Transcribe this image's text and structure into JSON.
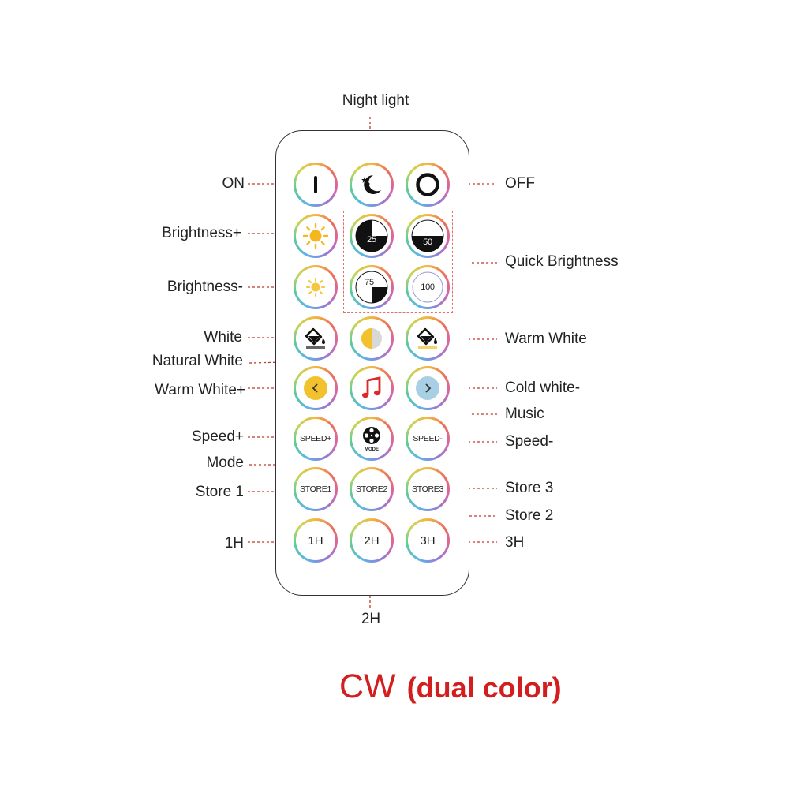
{
  "buttons": {
    "speed_plus": "SPEED+",
    "speed_minus": "SPEED-",
    "mode": "MODE",
    "store1": "STORE1",
    "store2": "STORE2",
    "store3": "STORE3",
    "h1": "1H",
    "h2": "2H",
    "h3": "3H",
    "q25": "25",
    "q50": "50",
    "q75": "75",
    "q100": "100"
  },
  "labels": {
    "night_light": "Night light",
    "on": "ON",
    "off": "OFF",
    "brightness_plus": "Brightness+",
    "brightness_minus": "Brightness-",
    "quick_brightness": "Quick Brightness",
    "white": "White",
    "natural_white": "Natural White",
    "warm_white": "Warm White",
    "warm_white_plus": "Warm White+",
    "cold_white_minus": "Cold white-",
    "music": "Music",
    "speed_plus": "Speed+",
    "speed_minus": "Speed-",
    "mode": "Mode",
    "store1": "Store 1",
    "store2": "Store 2",
    "store3": "Store 3",
    "h1": "1H",
    "h2": "2H",
    "h3": "3H"
  },
  "title": {
    "main": "CW",
    "sub": "(dual color)"
  },
  "colors": {
    "title": "#d21e1e",
    "leader_line": "#c0392b",
    "chevron_yellow": "#f2c12e",
    "chevron_blue": "#a8cfe4",
    "music_red": "#e02626"
  },
  "icons": {
    "on": "power-on-icon",
    "night_light": "moon-stars-icon",
    "off": "power-off-icon",
    "brightness_plus": "sun-large-icon",
    "brightness_minus": "sun-small-icon",
    "white": "paint-bucket-icon",
    "natural_white": "half-circle-icon",
    "warm_white": "paint-bucket-warm-icon",
    "warm_white_plus": "chevron-left-icon",
    "music": "music-note-icon",
    "cold_white_minus": "chevron-right-icon",
    "mode": "film-reel-icon"
  }
}
